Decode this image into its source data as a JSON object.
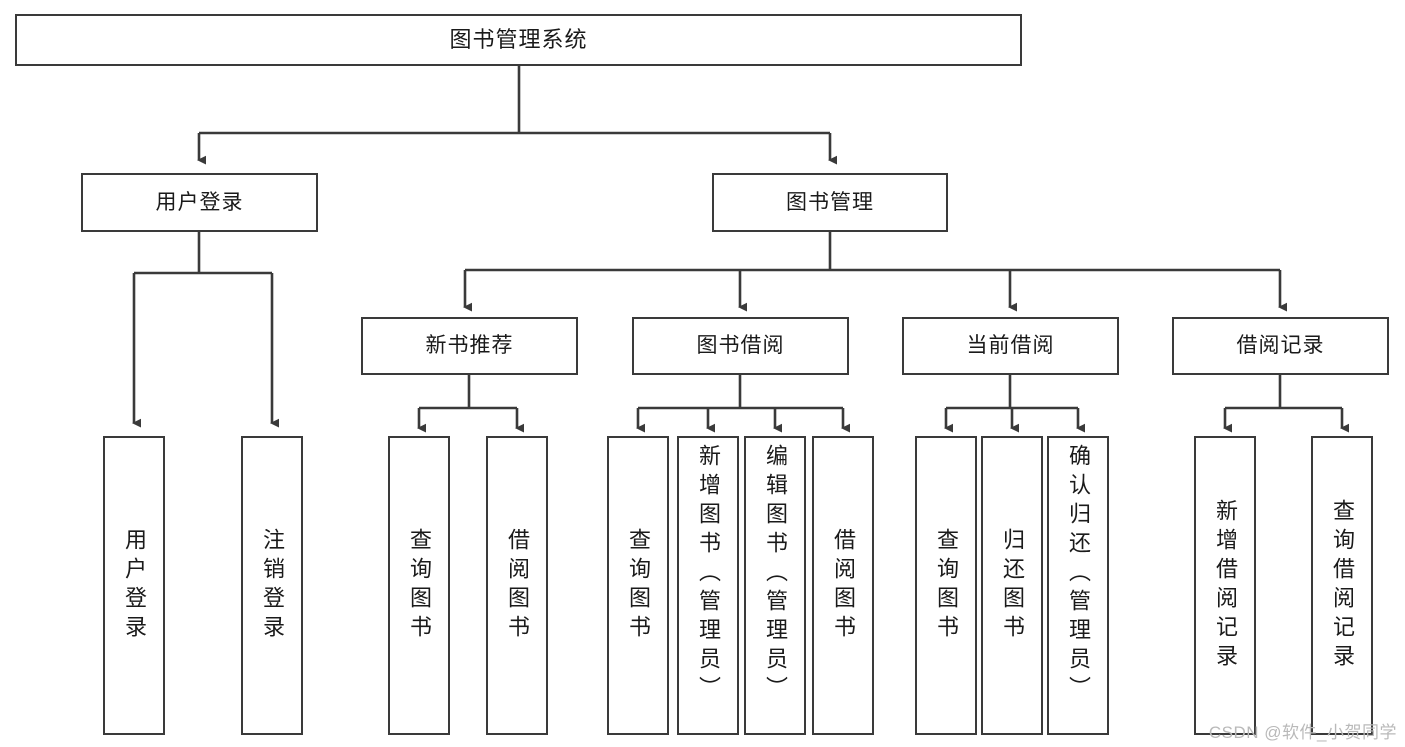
{
  "diagram": {
    "type": "tree-hierarchy",
    "title": "图书管理系统",
    "root": {
      "id": "root",
      "label": "图书管理系统"
    },
    "level1": [
      {
        "id": "user-login",
        "label": "用户登录"
      },
      {
        "id": "book-manage",
        "label": "图书管理"
      }
    ],
    "level2": [
      {
        "id": "new-book-rec",
        "label": "新书推荐",
        "parent": "book-manage"
      },
      {
        "id": "book-borrow",
        "label": "图书借阅",
        "parent": "book-manage"
      },
      {
        "id": "current-borrow",
        "label": "当前借阅",
        "parent": "book-manage"
      },
      {
        "id": "borrow-record",
        "label": "借阅记录",
        "parent": "book-manage"
      }
    ],
    "leaves": [
      {
        "id": "leaf-user-login",
        "label": "用户登录",
        "parent": "user-login"
      },
      {
        "id": "leaf-user-logout",
        "label": "注销登录",
        "parent": "user-login"
      },
      {
        "id": "leaf-query-book-1",
        "label": "查询图书",
        "parent": "new-book-rec"
      },
      {
        "id": "leaf-borrow-book-1",
        "label": "借阅图书",
        "parent": "new-book-rec"
      },
      {
        "id": "leaf-query-book-2",
        "label": "查询图书",
        "parent": "book-borrow"
      },
      {
        "id": "leaf-add-book",
        "label": "新增图书（管理员）",
        "parent": "book-borrow"
      },
      {
        "id": "leaf-edit-book",
        "label": "编辑图书（管理员）",
        "parent": "book-borrow"
      },
      {
        "id": "leaf-borrow-book-2",
        "label": "借阅图书",
        "parent": "book-borrow"
      },
      {
        "id": "leaf-query-book-3",
        "label": "查询图书",
        "parent": "current-borrow"
      },
      {
        "id": "leaf-return-book",
        "label": "归还图书",
        "parent": "current-borrow"
      },
      {
        "id": "leaf-confirm-return",
        "label": "确认归还（管理员）",
        "parent": "current-borrow"
      },
      {
        "id": "leaf-add-record",
        "label": "新增借阅记录",
        "parent": "borrow-record"
      },
      {
        "id": "leaf-query-record",
        "label": "查询借阅记录",
        "parent": "borrow-record"
      }
    ]
  },
  "watermark": {
    "text": "CSDN @软件_小贺同学"
  },
  "colors": {
    "box_border": "#3a3a3a",
    "box_fill": "#ffffff",
    "text": "#1a1a1a",
    "connector": "#3a3a3a",
    "watermark": "#b9b9b9",
    "background": "#ffffff"
  }
}
